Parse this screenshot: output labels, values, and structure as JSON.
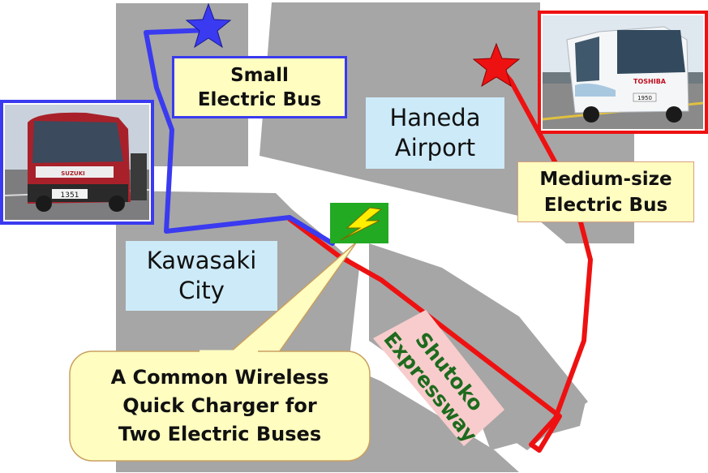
{
  "labels": {
    "small_bus_line1": "Small",
    "small_bus_line2": "Electric Bus",
    "haneda_line1": "Haneda",
    "haneda_line2": "Airport",
    "medium_bus_line1": "Medium-size",
    "medium_bus_line2": "Electric Bus",
    "kawasaki_line1": "Kawasaki",
    "kawasaki_line2": "City",
    "shutoko_line1": "Shutoko",
    "shutoko_line2": "Expressway",
    "charger_line1": "A Common Wireless",
    "charger_line2": "Quick Charger for",
    "charger_line3": "Two Electric Buses"
  },
  "photo_text": {
    "small_bus_plate": "1351",
    "small_bus_brand": "SUZUKI",
    "medium_bus_brand": "TOSHIBA",
    "medium_bus_plate": "1950"
  },
  "colors": {
    "small_bus_route": "#3a3af0",
    "medium_bus_route": "#ee1111",
    "land": "#a6a6a6",
    "water": "#ffffff",
    "charger": "#22aa22",
    "label_fill": "#fffdc0",
    "area_fill": "#cdeaf8",
    "expressway_label_fill": "#f8cccc"
  },
  "icons": [
    "blue-star-icon",
    "red-star-icon",
    "lightning-bolt-icon"
  ]
}
